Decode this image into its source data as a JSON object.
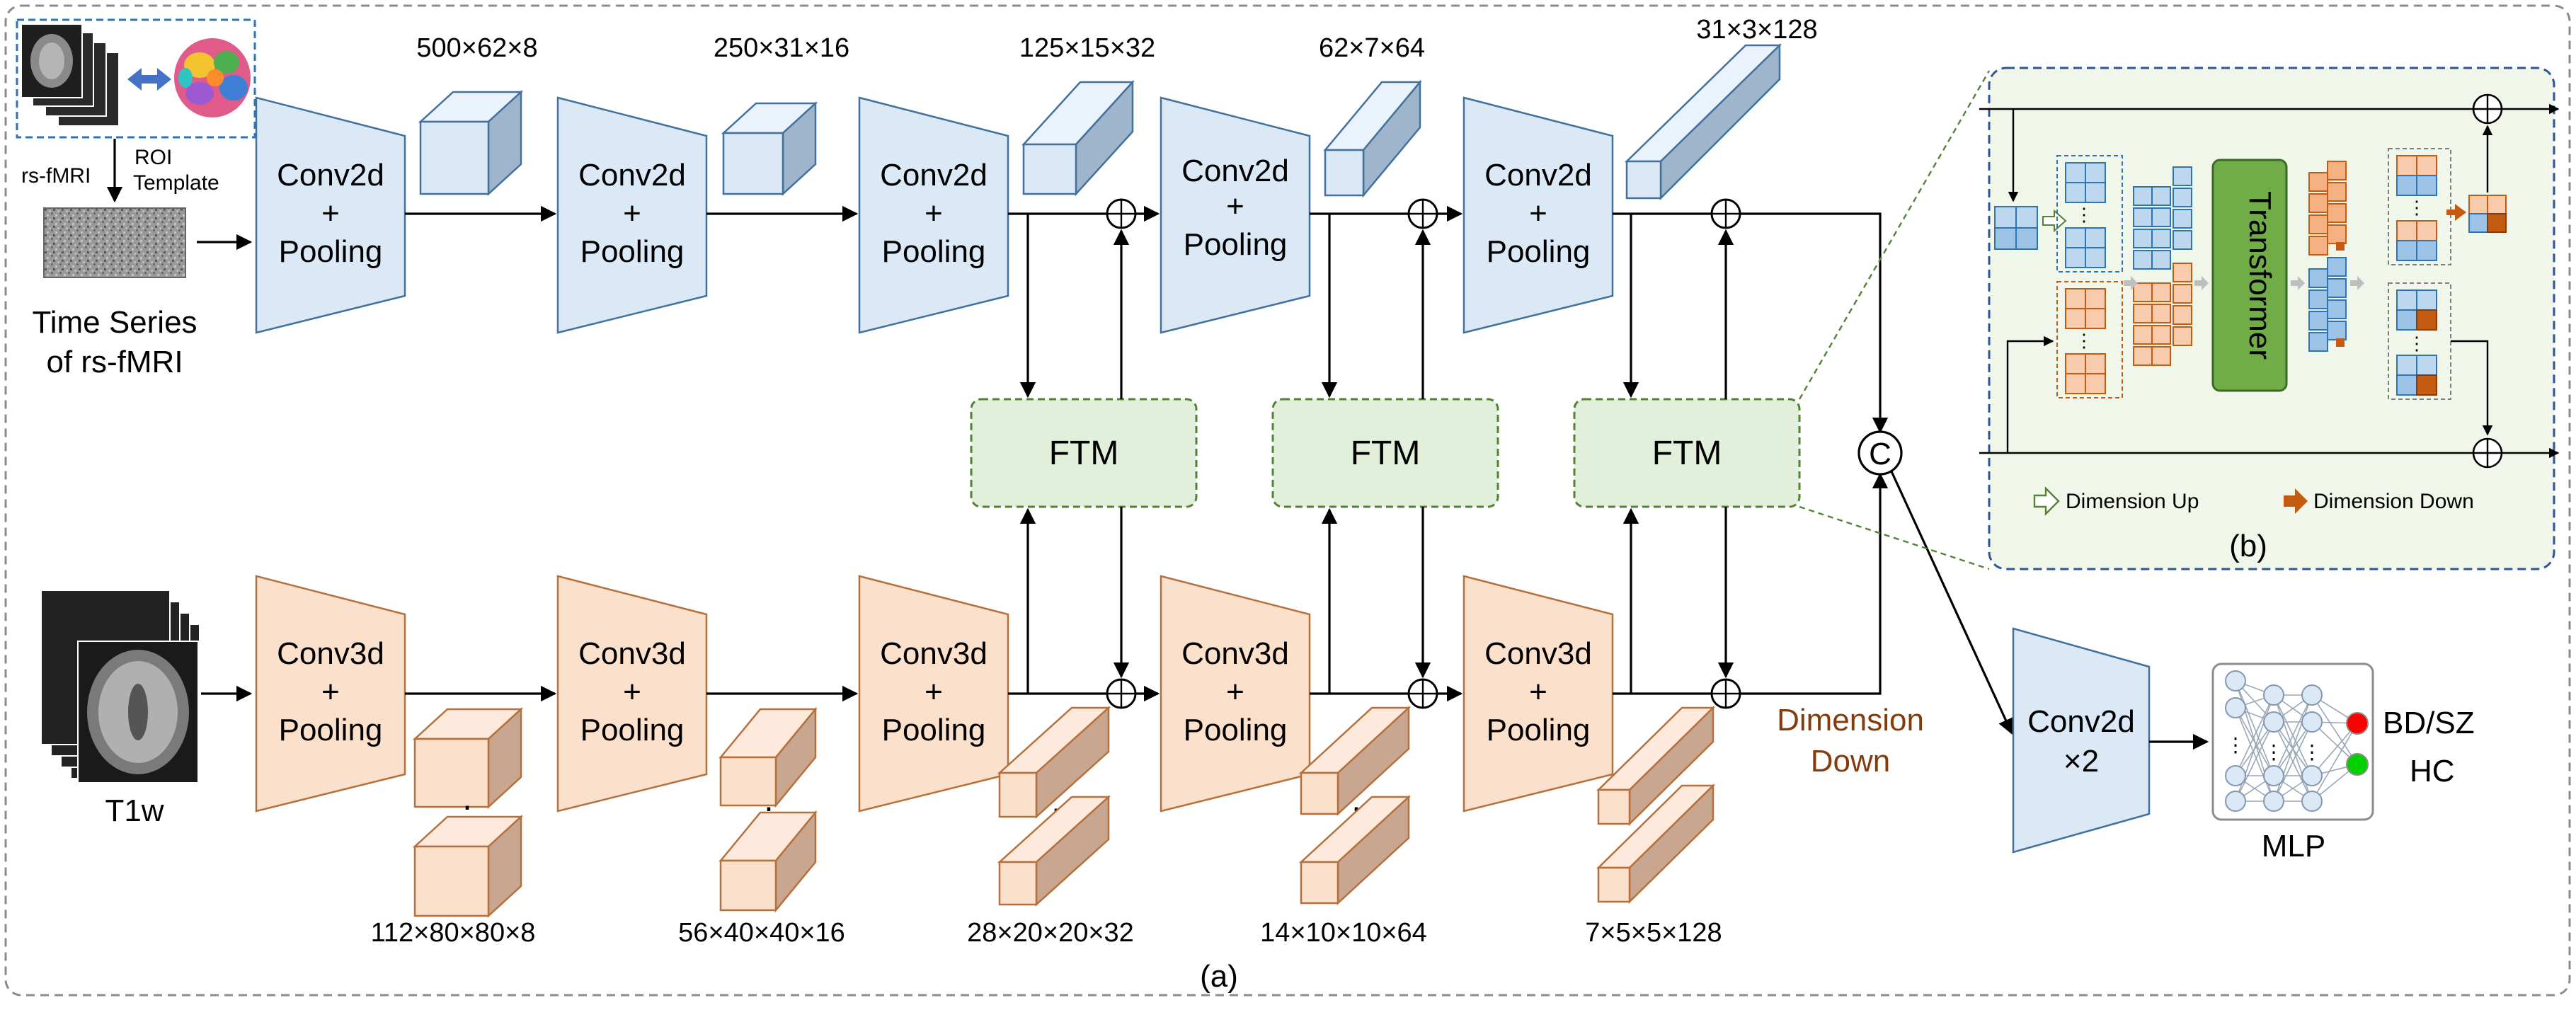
{
  "figure_caption": "(a)",
  "subfigure_caption": "(b)",
  "inputs": {
    "rs_fmri": "rs-fMRI",
    "roi_template_line1": "ROI",
    "roi_template_line2": "Template",
    "time_series_line1": "Time Series",
    "time_series_line2": "of rs-fMRI",
    "t1w": "T1w"
  },
  "blocks": {
    "conv2d": "Conv2d",
    "conv3d": "Conv3d",
    "plus": "+",
    "pooling": "Pooling",
    "ftm": "FTM",
    "concat": "C",
    "head_conv": "Conv2d",
    "head_times": "×2",
    "mlp": "MLP",
    "transformer": "Transformer"
  },
  "fmri_dims": [
    "500×62×8",
    "250×31×16",
    "125×15×32",
    "62×7×64",
    "31×3×128"
  ],
  "t1_dims": [
    "112×80×80×8",
    "56×40×40×16",
    "28×20×20×32",
    "14×10×10×64",
    "7×5×5×128"
  ],
  "dimension_down_line1": "Dimension",
  "dimension_down_line2": "Down",
  "outputs": {
    "bd_sz": "BD/SZ",
    "hc": "HC"
  },
  "legend": {
    "dim_up": "Dimension Up",
    "dim_down": "Dimension Down"
  },
  "colors": {
    "fmri_branch": "#dbe8f6",
    "t1_branch": "#fbe0cc",
    "ftm_fill": "#e2efda",
    "transformer": "#70ad47",
    "bd_sz_dot": "#ff0000",
    "hc_dot": "#00d000",
    "dimension_down_text": "#843c0c"
  }
}
